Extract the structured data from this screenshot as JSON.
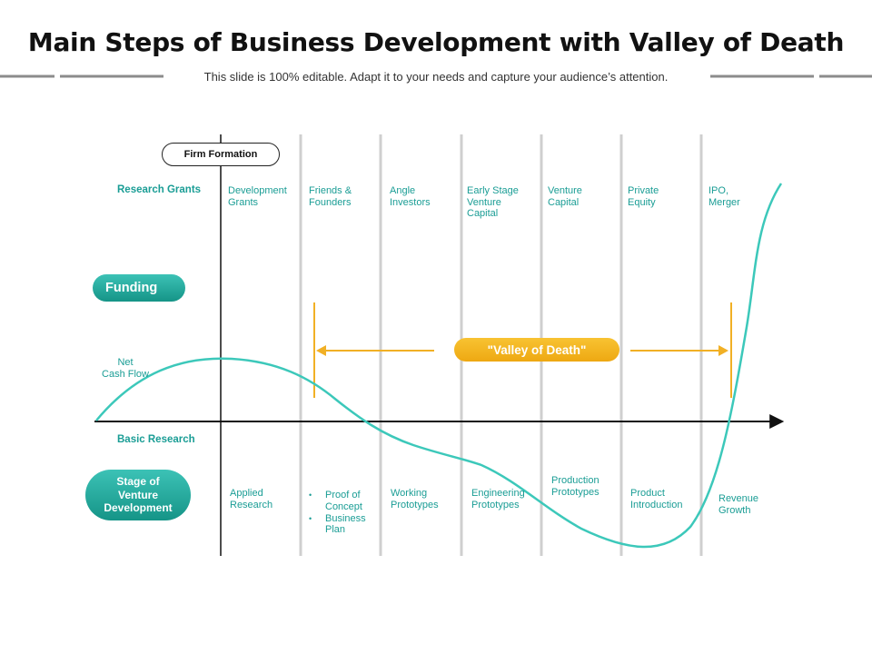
{
  "header": {
    "title": "Main Steps of Business Development with Valley of Death",
    "subtitle": "This slide is 100% editable. Adapt it to your needs and capture your audience’s attention."
  },
  "diagram": {
    "firm_formation": "Firm Formation",
    "research_grants": "Research Grants",
    "basic_research": "Basic Research",
    "net_cash_flow": "Net\nCash Flow",
    "funding": "Funding",
    "stage": "Stage of\nVenture\nDevelopment",
    "valley": "\"Valley  of Death\"",
    "funding_labels": [
      "Development\nGrants",
      "Friends &\nFounders",
      "Angle\nInvestors",
      "Early Stage\nVenture\nCapital",
      "Venture\nCapital",
      "Private\nEquity",
      "IPO,\nMerger"
    ],
    "stage_labels": {
      "applied": "Applied\nResearch",
      "bullets": [
        "Proof of\nConcept",
        "Business\nPlan"
      ],
      "working": "Working\nPrototypes",
      "engineering": "Engineering\nPrototypes",
      "production": "Production\nPrototypes",
      "product": "Product\nIntroduction",
      "revenue": "Revenue\nGrowth"
    }
  },
  "colors": {
    "teal": "#1a9d95",
    "curve": "#3cc8ba",
    "orange": "#f1b025",
    "gray_line": "#cfcfcf"
  }
}
